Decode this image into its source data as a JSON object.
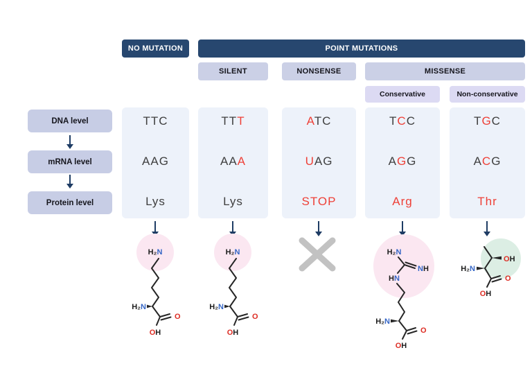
{
  "diagram": {
    "headers": {
      "no_mutation": "NO MUTATION",
      "point_mutations": "POINT MUTATIONS",
      "silent": "SILENT",
      "nonsense": "NONSENSE",
      "missense": "MISSENSE",
      "conservative": "Conservative",
      "non_conservative": "Non-conservative"
    },
    "row_labels": {
      "dna": "DNA level",
      "mrna": "mRNA level",
      "protein": "Protein level"
    },
    "columns": [
      {
        "group": "NO MUTATION",
        "dna": {
          "text": "TTC",
          "red": []
        },
        "mrna": {
          "text": "AAG",
          "red": []
        },
        "protein": {
          "text": "Lys",
          "red": []
        }
      },
      {
        "group": "SILENT",
        "dna": {
          "text": "TTT",
          "red": [
            2
          ]
        },
        "mrna": {
          "text": "AAA",
          "red": [
            2
          ]
        },
        "protein": {
          "text": "Lys",
          "red": []
        }
      },
      {
        "group": "NONSENSE",
        "dna": {
          "text": "ATC",
          "red": [
            0
          ]
        },
        "mrna": {
          "text": "UAG",
          "red": [
            0
          ]
        },
        "protein": {
          "text": "STOP",
          "red": [
            0,
            1,
            2,
            3
          ]
        }
      },
      {
        "group": "MISSENSE Conservative",
        "dna": {
          "text": "TCC",
          "red": [
            1
          ]
        },
        "mrna": {
          "text": "AGG",
          "red": [
            1
          ]
        },
        "protein": {
          "text": "Arg",
          "red": [
            0,
            1,
            2
          ]
        }
      },
      {
        "group": "MISSENSE Non-conservative",
        "dna": {
          "text": "TGC",
          "red": [
            1
          ]
        },
        "mrna": {
          "text": "ACG",
          "red": [
            1
          ]
        },
        "protein": {
          "text": "Thr",
          "red": [
            0,
            1,
            2
          ]
        }
      }
    ],
    "molecules": {
      "lysine": {
        "side_amine": {
          "h": "H₂",
          "n": "N"
        },
        "alpha_amine": {
          "h": "H₂",
          "n": "N"
        },
        "carbonyl_oxygen": "O",
        "hydroxyl": {
          "o": "O",
          "h": "H"
        }
      },
      "arginine": {
        "guanidine_amine": {
          "h": "H₂",
          "n": "N"
        },
        "imine": {
          "n": "N",
          "h": "H"
        },
        "secondary_amine": {
          "h": "H",
          "n": "N"
        },
        "alpha_amine": {
          "h": "H₂",
          "n": "N"
        },
        "carbonyl_oxygen": "O",
        "hydroxyl": {
          "o": "O",
          "h": "H"
        }
      },
      "threonine": {
        "side_hydroxyl": {
          "o": "O",
          "h": "H"
        },
        "alpha_amine": {
          "h": "H₂",
          "n": "N"
        },
        "carbonyl_oxygen": "O",
        "hydroxyl": {
          "o": "O",
          "h": "H"
        }
      }
    },
    "colors": {
      "header_navy": "#27476F",
      "subheader_lavender": "#CBD0E6",
      "subheader_purple": "#DCDAF3",
      "row_label_bg": "#C7CDE5",
      "cell_bg": "#EDF2FA",
      "mutation_red": "#EE4037",
      "arrow_navy": "#1E3C64",
      "nitrogen_blue": "#3566C6",
      "oxygen_red": "#DD2C23",
      "x_mark_gray": "#C2C2C2",
      "highlight_pink": "#FBE7F1",
      "highlight_green": "#DCEEE4"
    }
  }
}
